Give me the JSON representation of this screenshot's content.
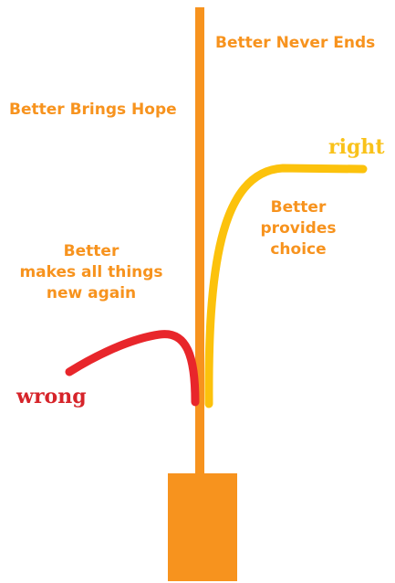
{
  "labels": {
    "never_ends": "Better Never Ends",
    "brings_hope": "Better Brings Hope",
    "provides_choice": [
      "Better",
      "provides",
      "choice"
    ],
    "makes_new": [
      "Better",
      "makes all things",
      "new again"
    ],
    "right": "right",
    "wrong": "wrong"
  },
  "colors": {
    "trunk": "#f7931e",
    "pot": "#f7931e",
    "right_branch": "#fcc20c",
    "wrong_branch": "#e8262b",
    "text_orange": "#f7931e",
    "right_text": "#f9c21a",
    "wrong_text": "#d6242a"
  }
}
